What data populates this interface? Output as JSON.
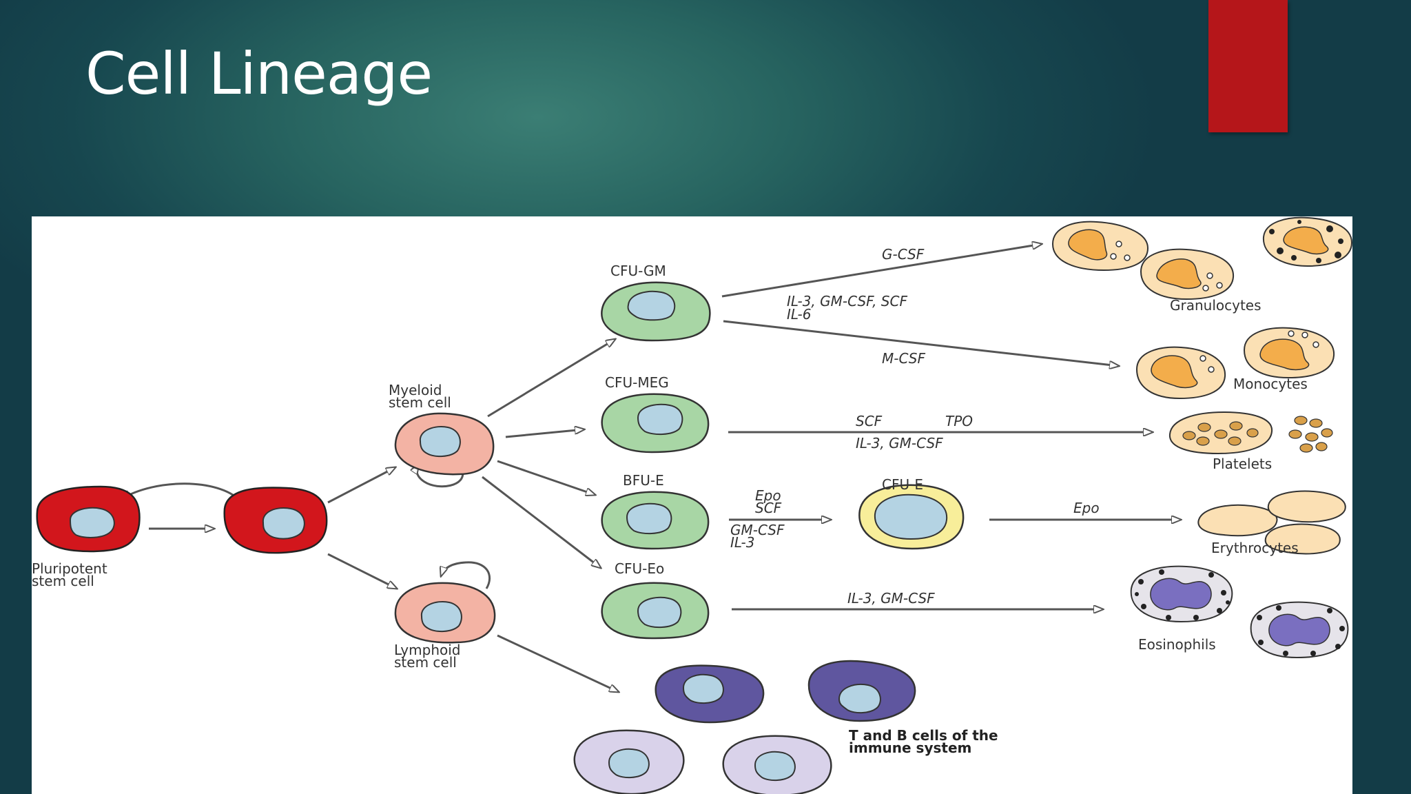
{
  "slide": {
    "title": "Cell Lineage",
    "colors": {
      "background": "#1e5258",
      "accent_bar": "#b5161a",
      "panel": "#ffffff"
    }
  },
  "diagram": {
    "cells": {
      "pluripotent": "Pluripotent\nstem cell",
      "myeloid": "Myeloid\nstem cell",
      "lymphoid": "Lymphoid\nstem cell",
      "cfu_gm": "CFU-GM",
      "cfu_meg": "CFU-MEG",
      "bfu_e": "BFU-E",
      "cfu_e": "CFU-E",
      "cfu_eo": "CFU-Eo"
    },
    "factors": {
      "g_csf": "G-CSF",
      "il3_gmcsf_scf": "IL-3, GM-CSF, SCF",
      "il6": "IL-6",
      "m_csf": "M-CSF",
      "scf": "SCF",
      "tpo": "TPO",
      "il3_gmcsf": "IL-3, GM-CSF",
      "epo": "Epo",
      "scf2": "SCF",
      "gm_csf": "GM-CSF",
      "il3": "IL-3",
      "epo2": "Epo",
      "il3_gmcsf_eo": "IL-3, GM-CSF"
    },
    "mature": {
      "granulocytes": "Granulocytes",
      "monocytes": "Monocytes",
      "platelets": "Platelets",
      "erythrocytes": "Erythrocytes",
      "eosinophils": "Eosinophils",
      "lymphocytes": "T and B cells of the\nimmune system"
    }
  }
}
